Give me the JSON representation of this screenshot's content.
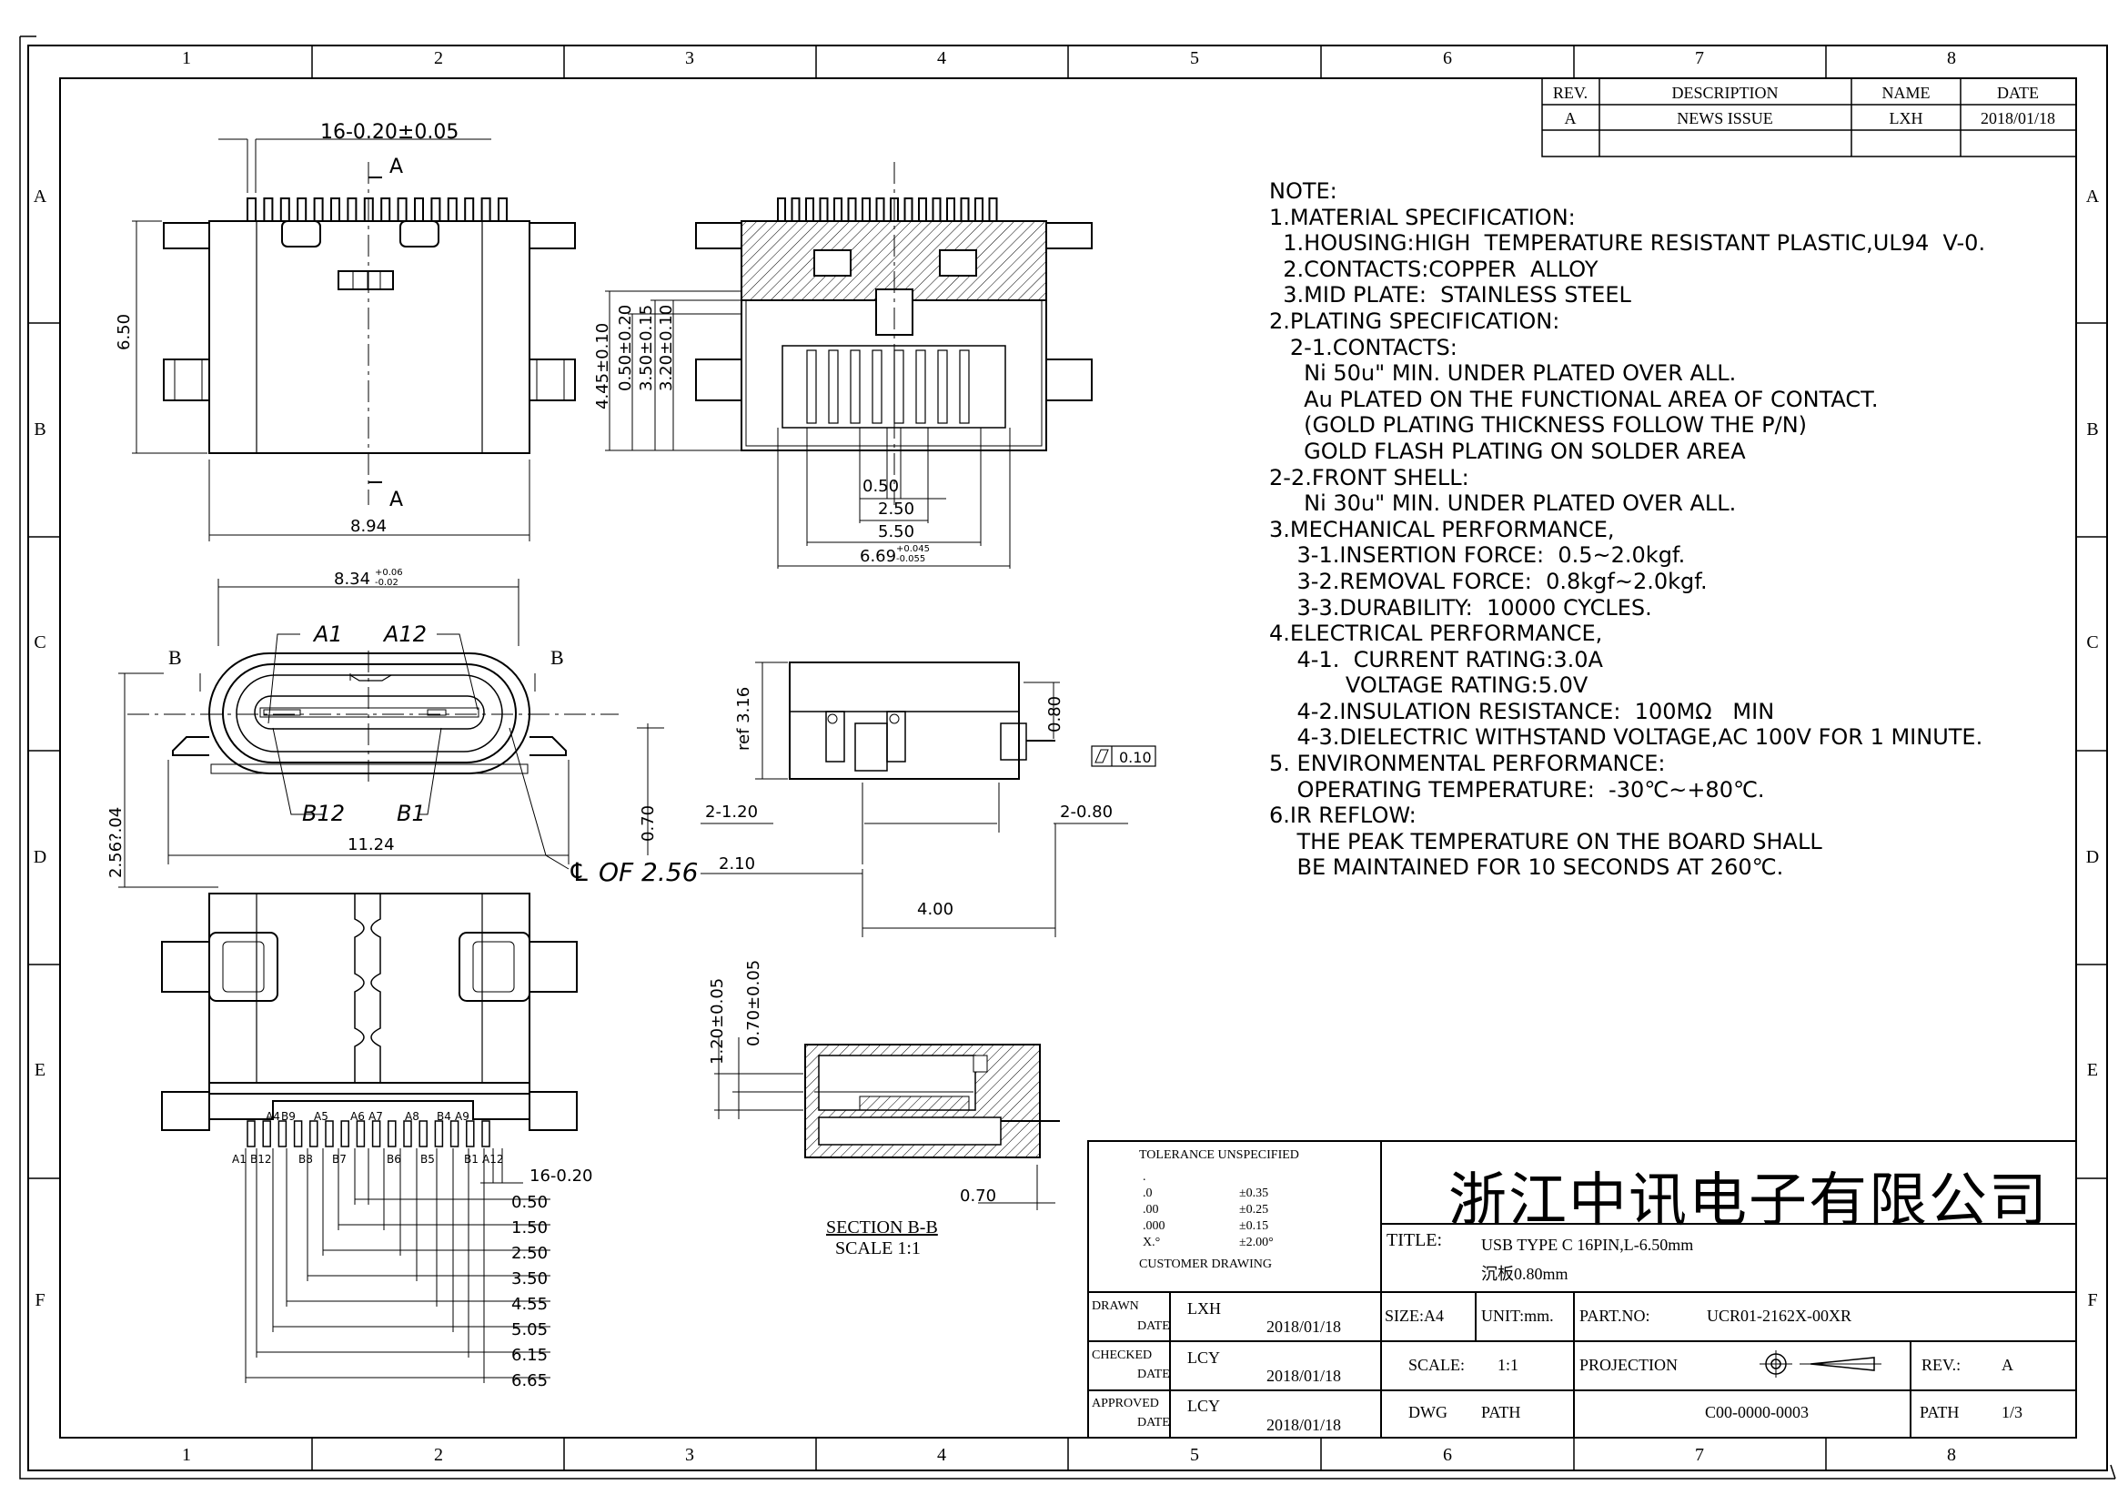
{
  "grid": {
    "columns": [
      "1",
      "2",
      "3",
      "4",
      "5",
      "6",
      "7",
      "8"
    ],
    "rows": [
      "A",
      "B",
      "C",
      "D",
      "E",
      "F"
    ]
  },
  "revision_table": {
    "headers": {
      "rev": "REV.",
      "description": "DESCRIPTION",
      "name": "NAME",
      "date": "DATE"
    },
    "rows": [
      {
        "rev": "A",
        "description": "NEWS ISSUE",
        "name": "LXH",
        "date": "2018/01/18"
      }
    ]
  },
  "dimensions": {
    "pin_width": "16-0.20±0.05",
    "section_a": "A",
    "height_650": "6.50",
    "width_894": "8.94",
    "dim_445": "4.45±0.10",
    "dim_050": "0.50±0.20",
    "dim_350": "3.50±0.15",
    "dim_320": "3.20±0.10",
    "pitch_050": "0.50",
    "span_250": "2.50",
    "span_550": "5.50",
    "span_669": "6.69",
    "span_669_tol_up": "+0.045",
    "span_669_tol_dn": "-0.055",
    "width_834": "8.34",
    "width_834_tol_up": "+0.06",
    "width_834_tol_dn": "-0.02",
    "pin_a1": "A1",
    "pin_a12": "A12",
    "pin_b12": "B12",
    "pin_b1": "B1",
    "section_b": "B",
    "height_256": "2.56?.04",
    "width_1124": "11.24",
    "dim_070": "0.70",
    "cl_note": "℄ OF 2.56",
    "dim_210": "2.10",
    "ref_316": "ref 3.16",
    "dim_080": "0.80",
    "flatness": "0.10",
    "two_120": "2-1.20",
    "two_080": "2-0.80",
    "dim_400": "4.00",
    "dim_120": "1.20±0.05",
    "dim_070b": "0.70±0.05",
    "dim_070c": "0.70",
    "section_bb": "SECTION B-B",
    "section_scale": "SCALE 1:1",
    "pins_top": [
      "A4",
      "B9",
      "A5",
      "A6",
      "A7",
      "A8",
      "B4",
      "A9"
    ],
    "pins_bottom": [
      "A1",
      "B12",
      "B8",
      "B7",
      "B6",
      "B5",
      "B1",
      "A12"
    ],
    "pin_width_b": "16-0.20",
    "pin_spans": [
      "0.50",
      "1.50",
      "2.50",
      "3.50",
      "4.55",
      "5.05",
      "6.15",
      "6.65"
    ]
  },
  "notes": [
    "NOTE:",
    "1.MATERIAL SPECIFICATION:",
    "  1.HOUSING:HIGH  TEMPERATURE RESISTANT PLASTIC,UL94  V-0.",
    "  2.CONTACTS:COPPER  ALLOY",
    "  3.MID PLATE:  STAINLESS STEEL",
    "2.PLATING SPECIFICATION:",
    "   2-1.CONTACTS:",
    "     Ni 50u\" MIN. UNDER PLATED OVER ALL.",
    "     Au PLATED ON THE FUNCTIONAL AREA OF CONTACT.",
    "     (GOLD PLATING THICKNESS FOLLOW THE P/N)",
    "     GOLD FLASH PLATING ON SOLDER AREA",
    "2-2.FRONT SHELL:",
    "     Ni 30u\" MIN. UNDER PLATED OVER ALL.",
    "3.MECHANICAL PERFORMANCE,",
    "    3-1.INSERTION FORCE:  0.5~2.0kgf.",
    "    3-2.REMOVAL FORCE:  0.8kgf~2.0kgf.",
    "    3-3.DURABILITY:  10000 CYCLES.",
    "4.ELECTRICAL PERFORMANCE,",
    "    4-1.  CURRENT RATING:3.0A",
    "           VOLTAGE RATING:5.0V",
    "    4-2.INSULATION RESISTANCE:  100MΩ   MIN",
    "    4-3.DIELECTRIC WITHSTAND VOLTAGE,AC 100V FOR 1 MINUTE.",
    "5. ENVIRONMENTAL PERFORMANCE:",
    "    OPERATING TEMPERATURE:  -30℃~+80℃.",
    "6.IR REFLOW:",
    "    THE PEAK TEMPERATURE ON THE BOARD SHALL",
    "    BE MAINTAINED FOR 10 SECONDS AT 260℃."
  ],
  "title_block": {
    "tolerance_heading": "TOLERANCE UNSPECIFIED",
    "tolerances": [
      {
        "format": ".",
        "value": ""
      },
      {
        "format": ".0",
        "value": "±0.35"
      },
      {
        "format": ".00",
        "value": "±0.25"
      },
      {
        "format": ".000",
        "value": "±0.15"
      },
      {
        "format": "X.°",
        "value": "±2.00°"
      }
    ],
    "customer_drawing": "CUSTOMER DRAWING",
    "company": "浙江中讯电子有限公司",
    "title_label": "TITLE:",
    "title_line1": "USB TYPE C 16PIN,L-6.50mm",
    "title_line2": "沉板0.80mm",
    "drawn_label": "DRAWN",
    "checked_label": "CHECKED",
    "approved_label": "APPROVED",
    "date_label": "DATE",
    "drawn_by": "LXH",
    "checked_by": "LCY",
    "approved_by": "LCY",
    "drawn_date": "2018/01/18",
    "checked_date": "2018/01/18",
    "approved_date": "2018/01/18",
    "size": "SIZE:A4",
    "unit": "UNIT:mm.",
    "part_no_label": "PART.NO:",
    "part_no": "UCR01-2162X-00XR",
    "scale_label": "SCALE:",
    "scale": "1:1",
    "projection_label": "PROJECTION",
    "rev_label": "REV.:",
    "rev": "A",
    "dwg_label": "DWG",
    "path_label": "PATH",
    "dwg_no": "C00-0000-0003",
    "path_page_label": "PATH",
    "path_page": "1/3"
  }
}
